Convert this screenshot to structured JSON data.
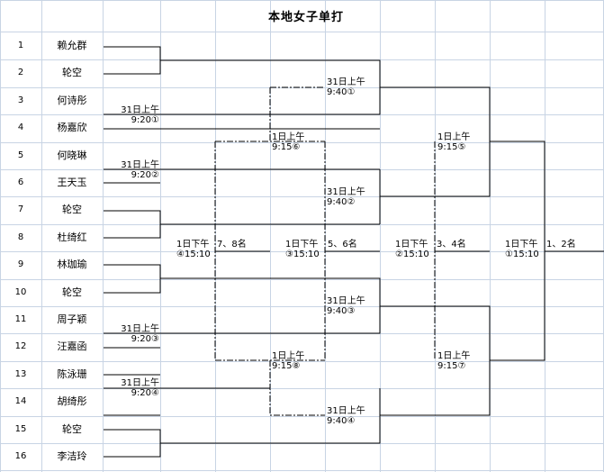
{
  "title": "本地女子单打",
  "seeds": [
    "1",
    "2",
    "3",
    "4",
    "5",
    "6",
    "7",
    "8",
    "9",
    "10",
    "11",
    "12",
    "13",
    "14",
    "15",
    "16"
  ],
  "players": [
    "赖允群",
    "轮空",
    "何诗彤",
    "杨嘉欣",
    "何晓琳",
    "王天玉",
    "轮空",
    "杜绮红",
    "林珈瑜",
    "轮空",
    "周子颖",
    "汪嘉函",
    "陈泳珊",
    "胡绮彤",
    "轮空",
    "李洁玲"
  ],
  "round1": [
    {
      "day": "31日上午",
      "time": "9:20①"
    },
    {
      "day": "31日上午",
      "time": "9:20②"
    },
    {
      "day": "31日上午",
      "time": "9:20③"
    },
    {
      "day": "31日上午",
      "time": "9:20④"
    }
  ],
  "round2": [
    {
      "day": "31日上午",
      "time": "9:40①"
    },
    {
      "day": "31日上午",
      "time": "9:40②"
    },
    {
      "day": "31日上午",
      "time": "9:40③"
    },
    {
      "day": "31日上午",
      "time": "9:40④"
    }
  ],
  "consolation_semis": [
    {
      "day": "1日上午",
      "time": "9:15⑥"
    },
    {
      "day": "1日上午",
      "time": "9:15⑧"
    }
  ],
  "main_semis": [
    {
      "day": "1日上午",
      "time": "9:15⑤"
    },
    {
      "day": "1日上午",
      "time": "9:15⑦"
    }
  ],
  "placements": [
    {
      "day": "1日下午",
      "time": "④15:10",
      "place": "7、8名"
    },
    {
      "day": "1日下午",
      "time": "③15:10",
      "place": "5、6名"
    },
    {
      "day": "1日下午",
      "time": "②15:10",
      "place": "3、4名"
    },
    {
      "day": "1日下午",
      "time": "①15:10",
      "place": "1、2名"
    }
  ],
  "colors": {
    "grid": "#c8d4e4",
    "line": "#000000",
    "background": "#ffffff"
  }
}
